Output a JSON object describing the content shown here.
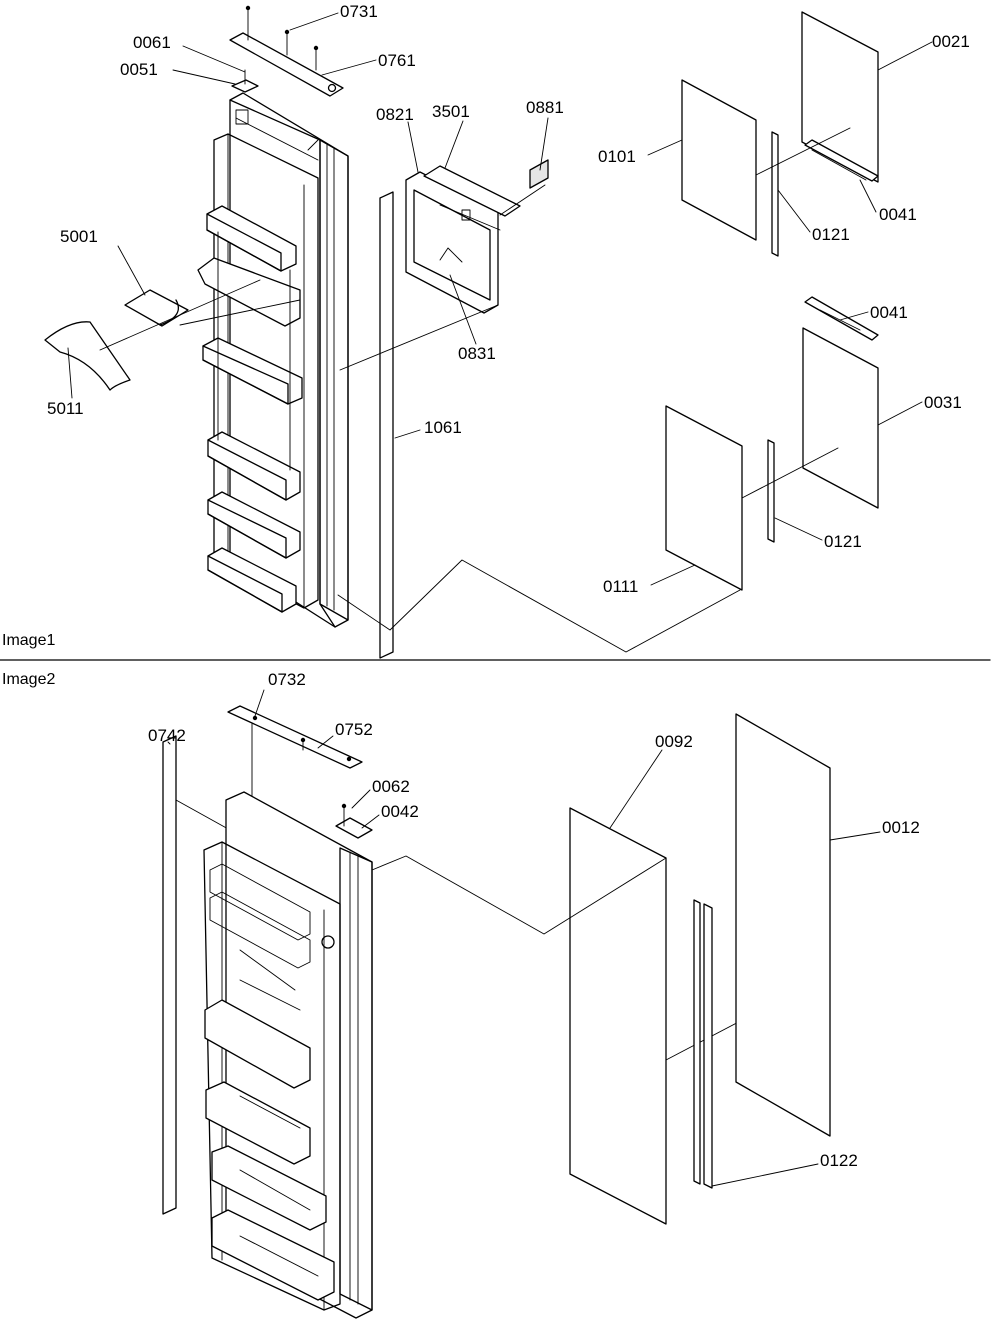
{
  "sections": [
    {
      "id": "image1",
      "label": "Image1"
    },
    {
      "id": "image2",
      "label": "Image2"
    }
  ],
  "callouts": {
    "image1": [
      "0731",
      "0061",
      "0761",
      "0051",
      "0821",
      "3501",
      "0881",
      "5001",
      "0831",
      "5011",
      "1061",
      "0021",
      "0101",
      "0121a",
      "0041a",
      "0041b",
      "0031",
      "0121b",
      "0111"
    ],
    "image2": [
      "0732",
      "0742",
      "0752",
      "0062",
      "0042",
      "0092",
      "0012",
      "0122"
    ]
  },
  "labels": {
    "0731": "0731",
    "0061": "0061",
    "0761": "0761",
    "0051": "0051",
    "0821": "0821",
    "3501": "3501",
    "0881": "0881",
    "5001": "5001",
    "0831": "0831",
    "5011": "5011",
    "1061": "1061",
    "0021": "0021",
    "0101": "0101",
    "0121a": "0121",
    "0041a": "0041",
    "0041b": "0041",
    "0031": "0031",
    "0121b": "0121",
    "0111": "0111",
    "0732": "0732",
    "0742": "0742",
    "0752": "0752",
    "0062": "0062",
    "0042": "0042",
    "0092": "0092",
    "0012": "0012",
    "0122": "0122"
  }
}
